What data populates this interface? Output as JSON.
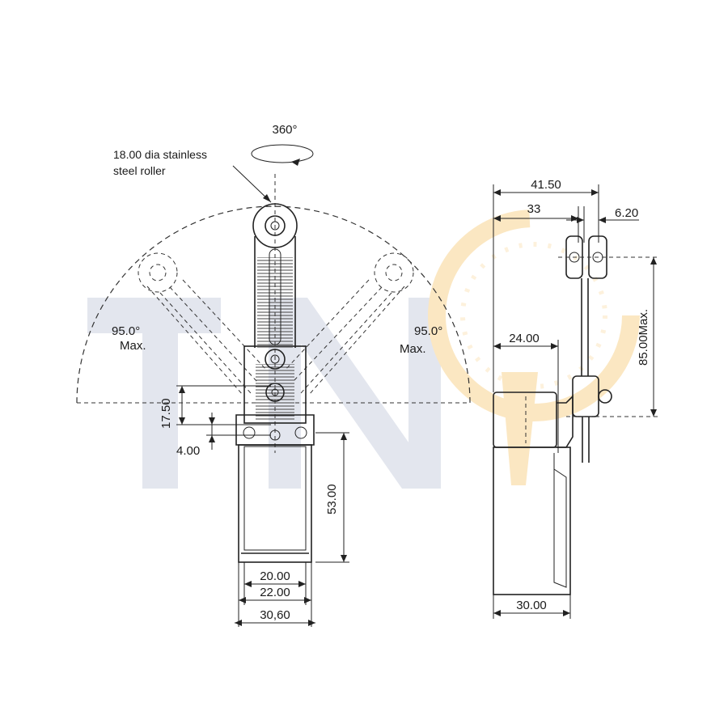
{
  "labels": {
    "rotation": "360°",
    "roller_note_line1": "18.00 dia stainless",
    "roller_note_line2": "steel roller",
    "angle_left_value": "95.0°",
    "angle_left_max": "Max.",
    "angle_right_value": "95.0°",
    "angle_right_max": "Max.",
    "dim_17_50": "17.50",
    "dim_4_00": "4.00",
    "dim_53_00": "53.00",
    "dim_20_00": "20.00",
    "dim_22_00": "22.00",
    "dim_30_60": "30,60",
    "dim_41_50": "41.50",
    "dim_33": "33",
    "dim_6_20": "6.20",
    "dim_24_00": "24.00",
    "dim_85_00": "85.00Max.",
    "dim_30_00": "30.00"
  },
  "watermark": {
    "text": "TN",
    "color": "#e3e6ee",
    "accent_color": "#fbe7c2"
  }
}
